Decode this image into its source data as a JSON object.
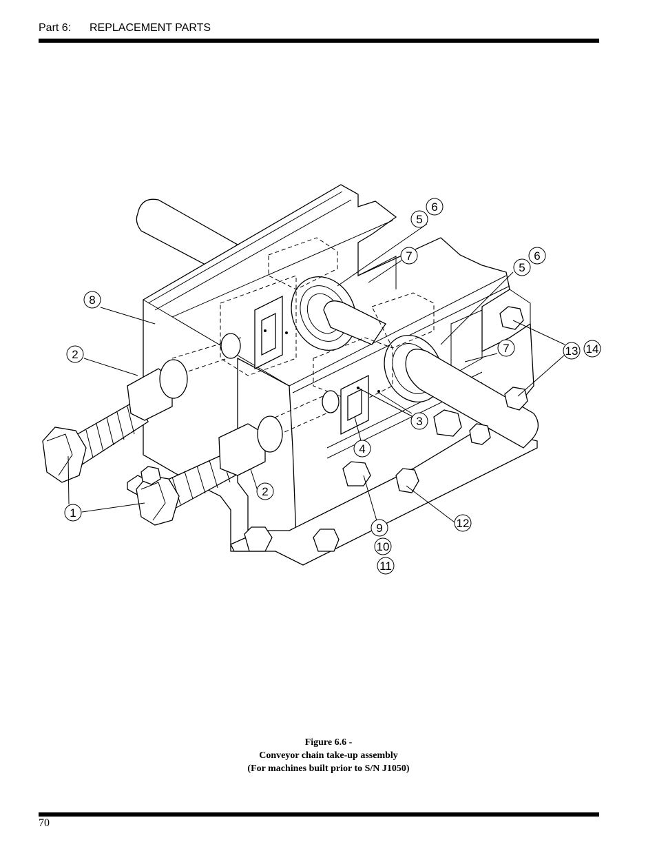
{
  "header": {
    "part": "Part 6:",
    "title": "REPLACEMENT PARTS"
  },
  "figure": {
    "callouts": [
      "1",
      "2",
      "2",
      "3",
      "4",
      "5",
      "6",
      "5",
      "6",
      "7",
      "7",
      "8",
      "9",
      "10",
      "11",
      "12",
      "13",
      "14"
    ]
  },
  "caption": {
    "line1": "Figure 6.6 -",
    "line2": "Conveyor chain take-up assembly",
    "line3": "(For machines built prior to S/N J1050)"
  },
  "footer": {
    "page_number": "70"
  }
}
